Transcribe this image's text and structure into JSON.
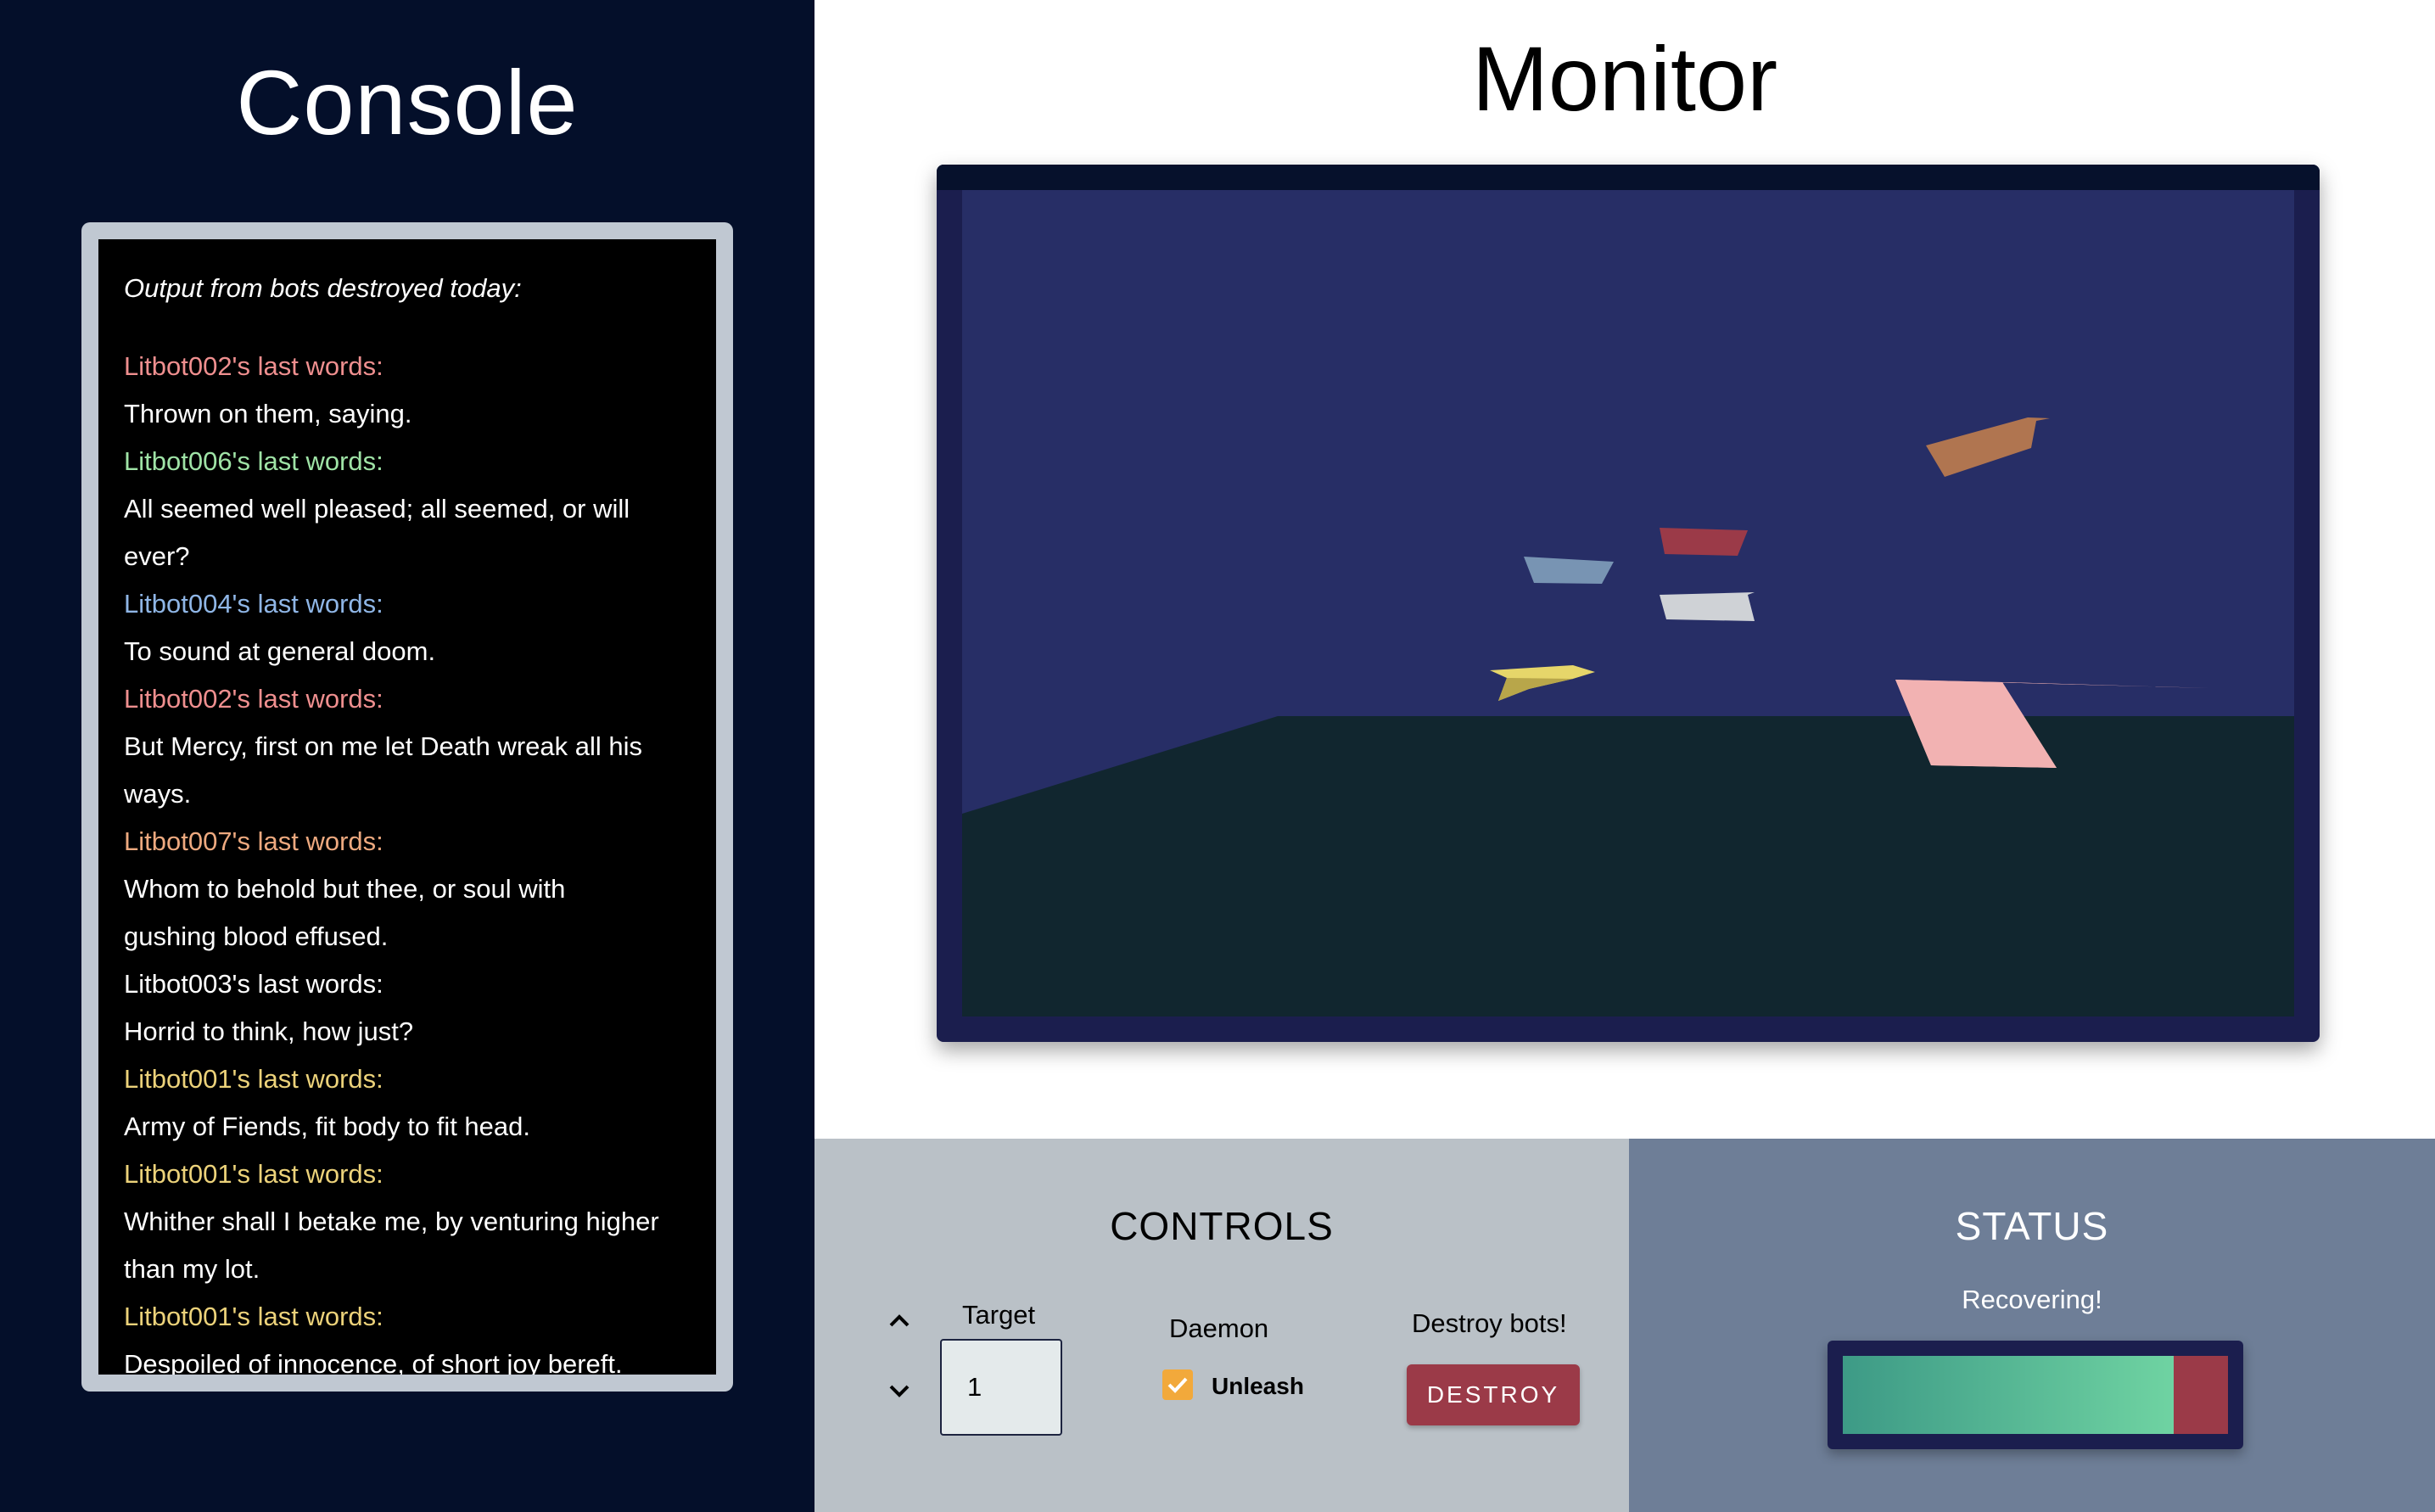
{
  "console": {
    "title": "Console",
    "intro": "Output from bots destroyed today:",
    "entries": [
      {
        "head": "Litbot002's last words:",
        "color": "#ef8f8f",
        "lines": [
          "Thrown on them, saying."
        ]
      },
      {
        "head": "Litbot006's last words:",
        "color": "#9fe3a6",
        "lines": [
          "All seemed well pleased; all seemed, or will",
          "ever?"
        ]
      },
      {
        "head": "Litbot004's last words:",
        "color": "#8fb6e6",
        "lines": [
          "To sound at general doom."
        ]
      },
      {
        "head": "Litbot002's last words:",
        "color": "#ef8f8f",
        "lines": [
          "But Mercy, first on me let Death wreak all his",
          "ways."
        ]
      },
      {
        "head": "Litbot007's last words:",
        "color": "#eda97f",
        "lines": [
          "Whom to behold but thee, or soul with",
          "gushing blood effused."
        ]
      },
      {
        "head": "Litbot003's last words:",
        "color": "#ffffff",
        "lines": [
          "Horrid to think, how just?"
        ]
      },
      {
        "head": "Litbot001's last words:",
        "color": "#ecd27a",
        "lines": [
          "Army of Fiends, fit body to fit head."
        ]
      },
      {
        "head": "Litbot001's last words:",
        "color": "#ecd27a",
        "lines": [
          "Whither shall I betake me, by venturing higher",
          "than my lot."
        ]
      },
      {
        "head": "Litbot001's last words:",
        "color": "#ecd27a",
        "lines": [
          "Despoiled of innocence, of short joy bereft."
        ]
      }
    ]
  },
  "monitor": {
    "title": "Monitor"
  },
  "controls": {
    "title": "CONTROLS",
    "target_label": "Target",
    "target_value": "1",
    "daemon_label": "Daemon",
    "unleash_label": "Unleash",
    "unleash_checked": true,
    "destroy_label": "Destroy bots!",
    "destroy_button": "DESTROY"
  },
  "status": {
    "title": "STATUS",
    "text": "Recovering!",
    "health_fraction": 0.86
  },
  "colors": {
    "console_bg": "#040f2a",
    "sky": "#272e66",
    "ground": "#11262f",
    "destroy": "#9b3a48",
    "checkbox": "#f2a93b",
    "health_start": "#3d9a86",
    "health_end": "#6fd3a2"
  }
}
